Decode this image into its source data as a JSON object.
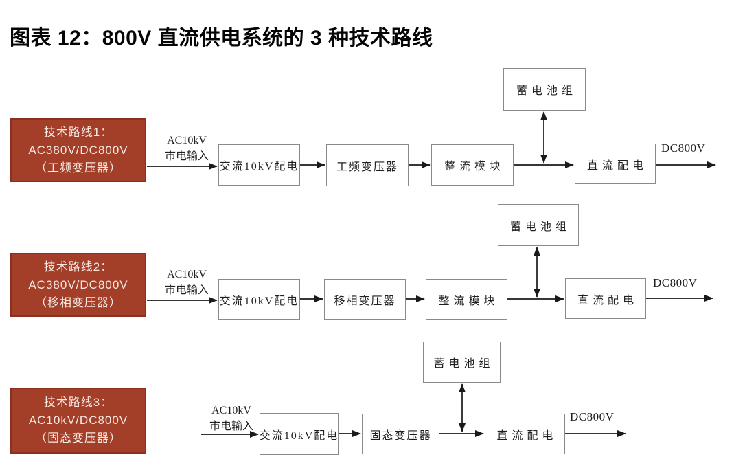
{
  "title": "图表 12：800V 直流供电系统的 3 种技术路线",
  "colors": {
    "route_label_bg": "#A33E29",
    "route_label_border": "#8B2F1E",
    "route_label_text": "#F7E9E2",
    "node_border": "#8A8A8A",
    "arrow": "#1A1A1A"
  },
  "routes": [
    {
      "name": "技术路线1：",
      "spec": "AC380V/DC800V",
      "transformer": "（工频变压器）",
      "input": {
        "line1": "AC10kV",
        "line2": "市电输入"
      },
      "nodes": [
        "交流10kV配电",
        "工频变压器",
        "整流模块",
        "直流配电"
      ],
      "battery": "蓄电池组",
      "output": "DC800V"
    },
    {
      "name": "技术路线2：",
      "spec": "AC380V/DC800V",
      "transformer": "（移相变压器）",
      "input": {
        "line1": "AC10kV",
        "line2": "市电输入"
      },
      "nodes": [
        "交流10kV配电",
        "移相变压器",
        "整流模块",
        "直流配电"
      ],
      "battery": "蓄电池组",
      "output": "DC800V"
    },
    {
      "name": "技术路线3：",
      "spec": "AC10kV/DC800V",
      "transformer": "（固态变压器）",
      "input": {
        "line1": "AC10kV",
        "line2": "市电输入"
      },
      "nodes": [
        "交流10kV配电",
        "固态变压器",
        "直流配电"
      ],
      "battery": "蓄电池组",
      "output": "DC800V"
    }
  ]
}
